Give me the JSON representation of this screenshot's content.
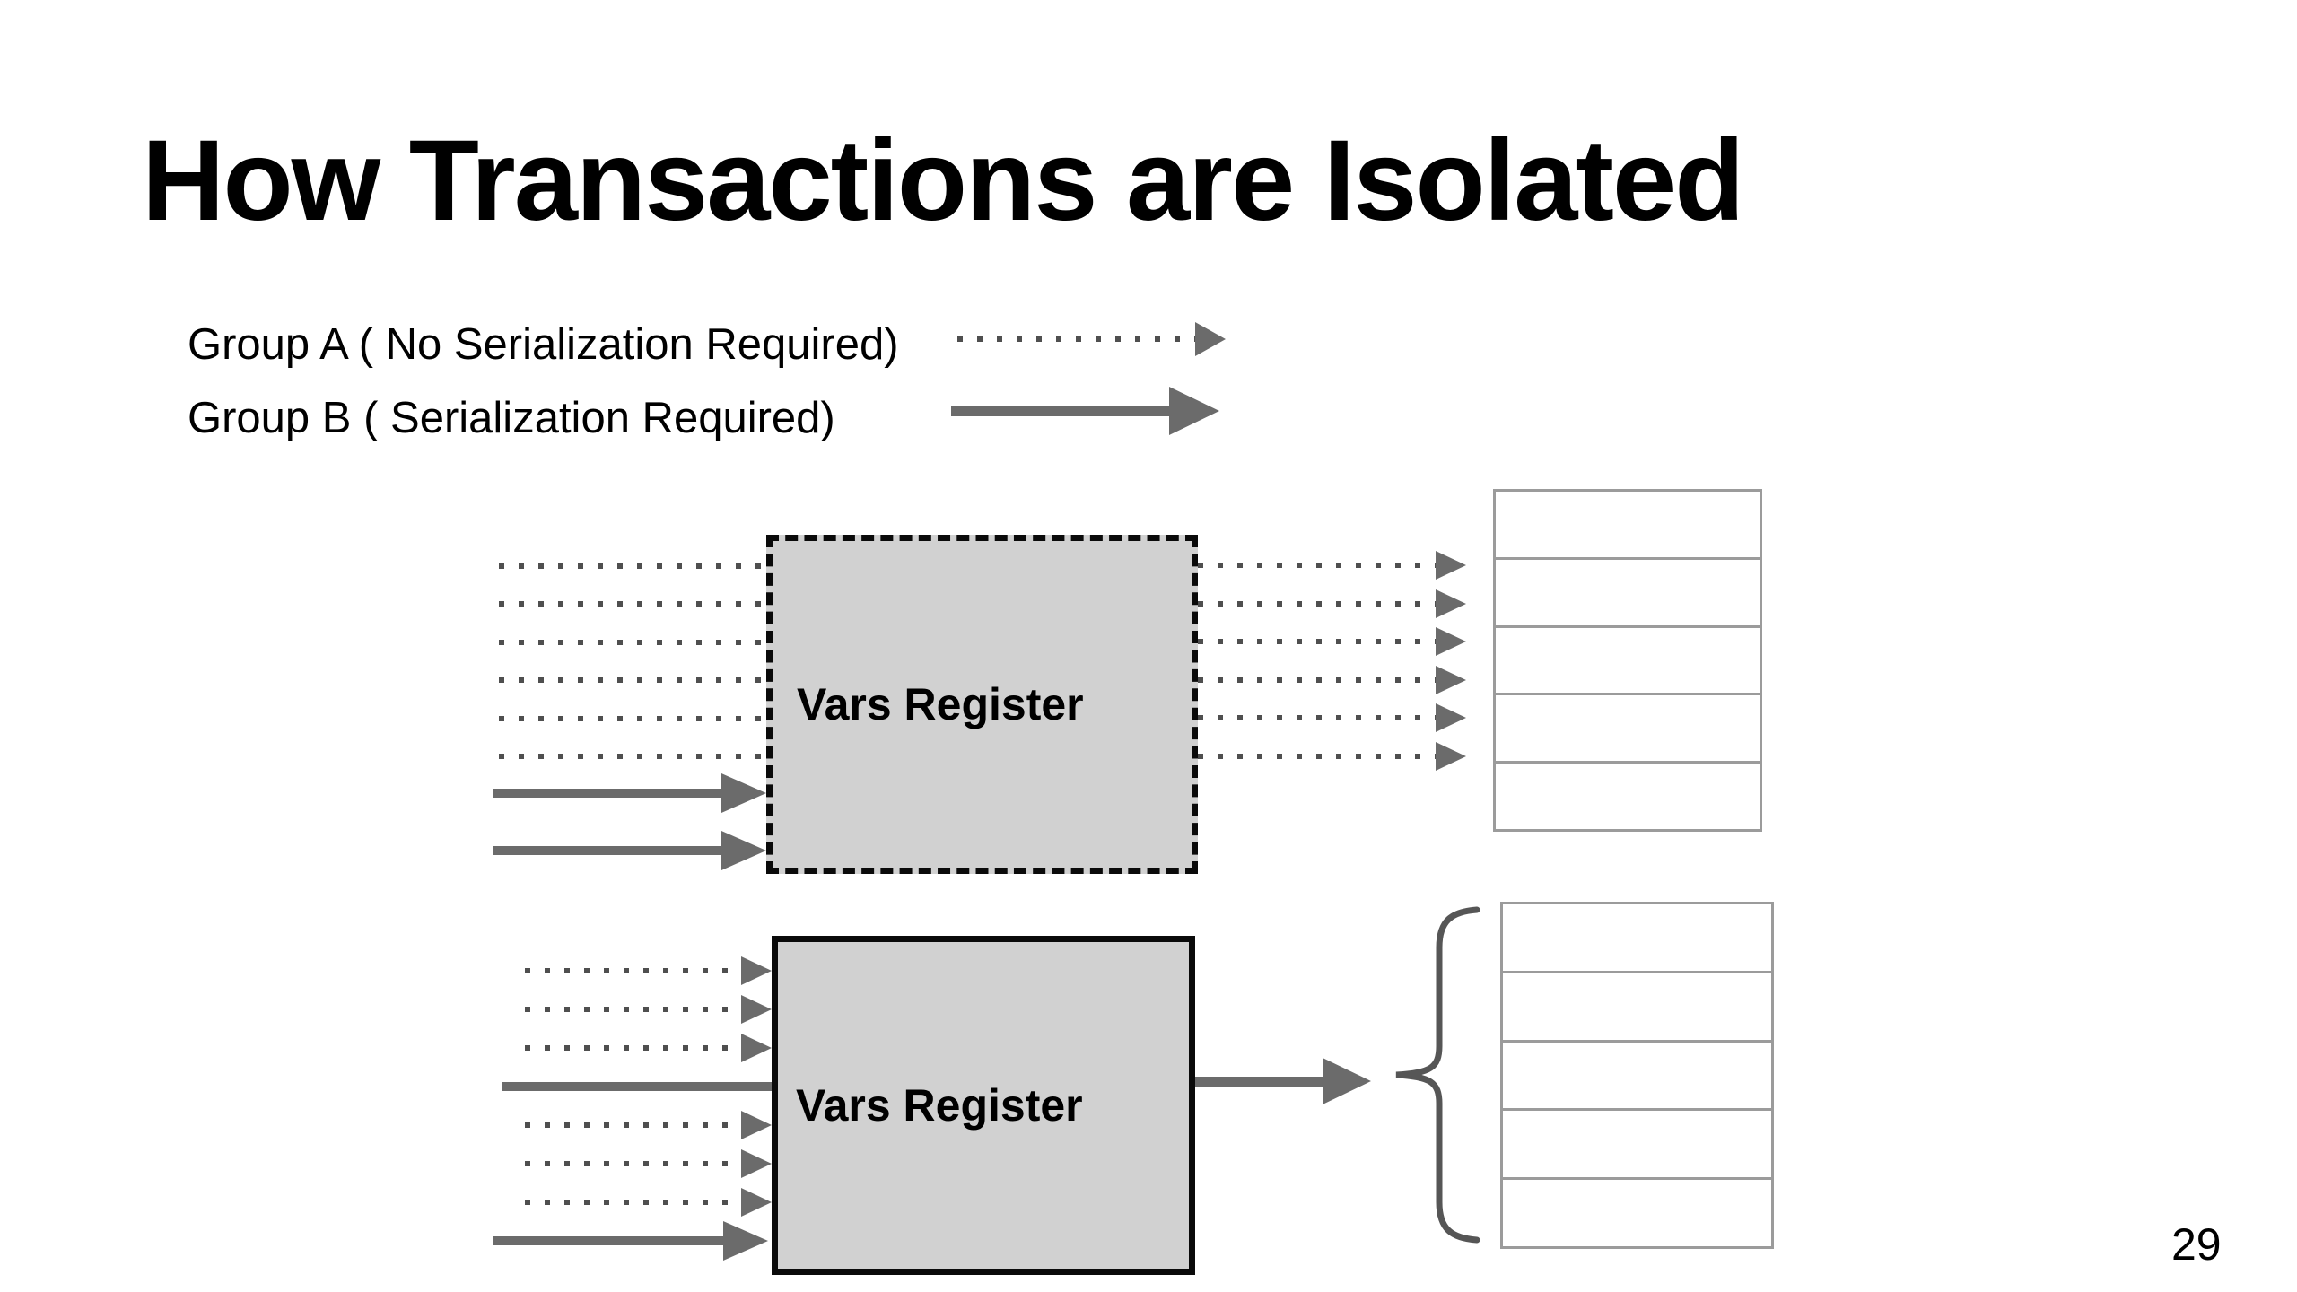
{
  "slide": {
    "title": "How Transactions are Isolated",
    "page_number": "29"
  },
  "legend": {
    "items": [
      {
        "label": "Group A ( No Serialization Required)",
        "arrow_style": "dotted"
      },
      {
        "label": "Group B ( Serialization Required)",
        "arrow_style": "solid"
      }
    ]
  },
  "top_diagram": {
    "register_label": "Vars Register",
    "left_dotted_inputs": 6,
    "left_solid_inputs": 2,
    "right_dotted_outputs": 6,
    "memory_rows": 5
  },
  "bottom_diagram": {
    "register_label": "Vars Register",
    "left_inputs": [
      "dotted-arrow",
      "dotted-arrow",
      "dotted-arrow",
      "solid-line",
      "dotted-arrow",
      "dotted-arrow",
      "dotted-arrow",
      "solid-arrow"
    ],
    "right_solid_outputs": 1,
    "memory_rows": 5
  },
  "colors": {
    "background": "#ffffff",
    "text": "#000000",
    "box_fill": "#d1d1d1",
    "box_border": "#0a0a0a",
    "arrow_gray": "#6b6b6b",
    "dot_gray": "#4f4f4f",
    "stack_border": "#9b9b9b",
    "brace": "#565656"
  }
}
